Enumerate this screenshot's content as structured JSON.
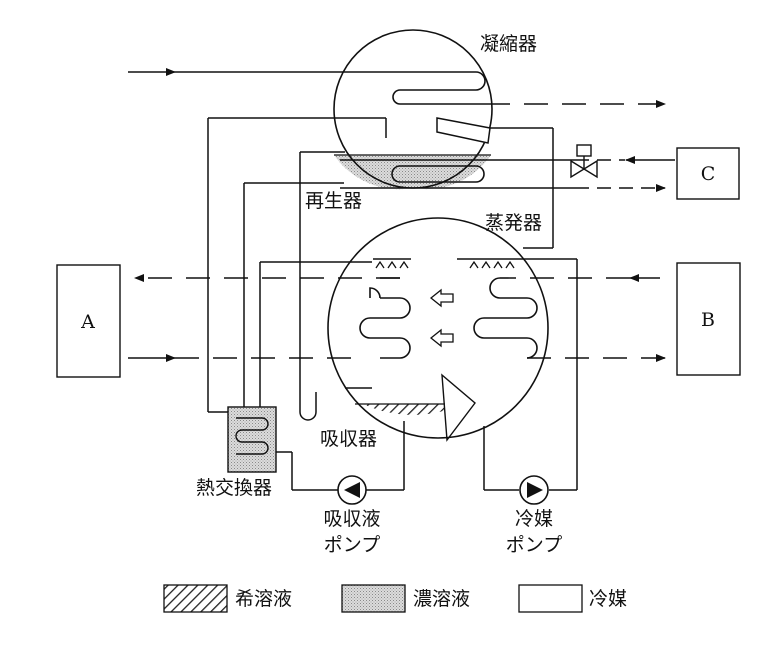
{
  "labels": {
    "condenser": "凝縮器",
    "generator": "再生器",
    "evaporator": "蒸発器",
    "absorber": "吸収器",
    "heat_exchanger": "熱交換器",
    "absorbent_pump_line1": "吸収液",
    "absorbent_pump_line2": "ポンプ",
    "refrigerant_pump_line1": "冷媒",
    "refrigerant_pump_line2": "ポンプ"
  },
  "boxes": {
    "a": "A",
    "b": "B",
    "c": "C"
  },
  "legend": [
    {
      "pattern": "hatch",
      "label": "希溶液"
    },
    {
      "pattern": "dots",
      "label": "濃溶液"
    },
    {
      "pattern": "blank",
      "label": "冷媒"
    }
  ]
}
